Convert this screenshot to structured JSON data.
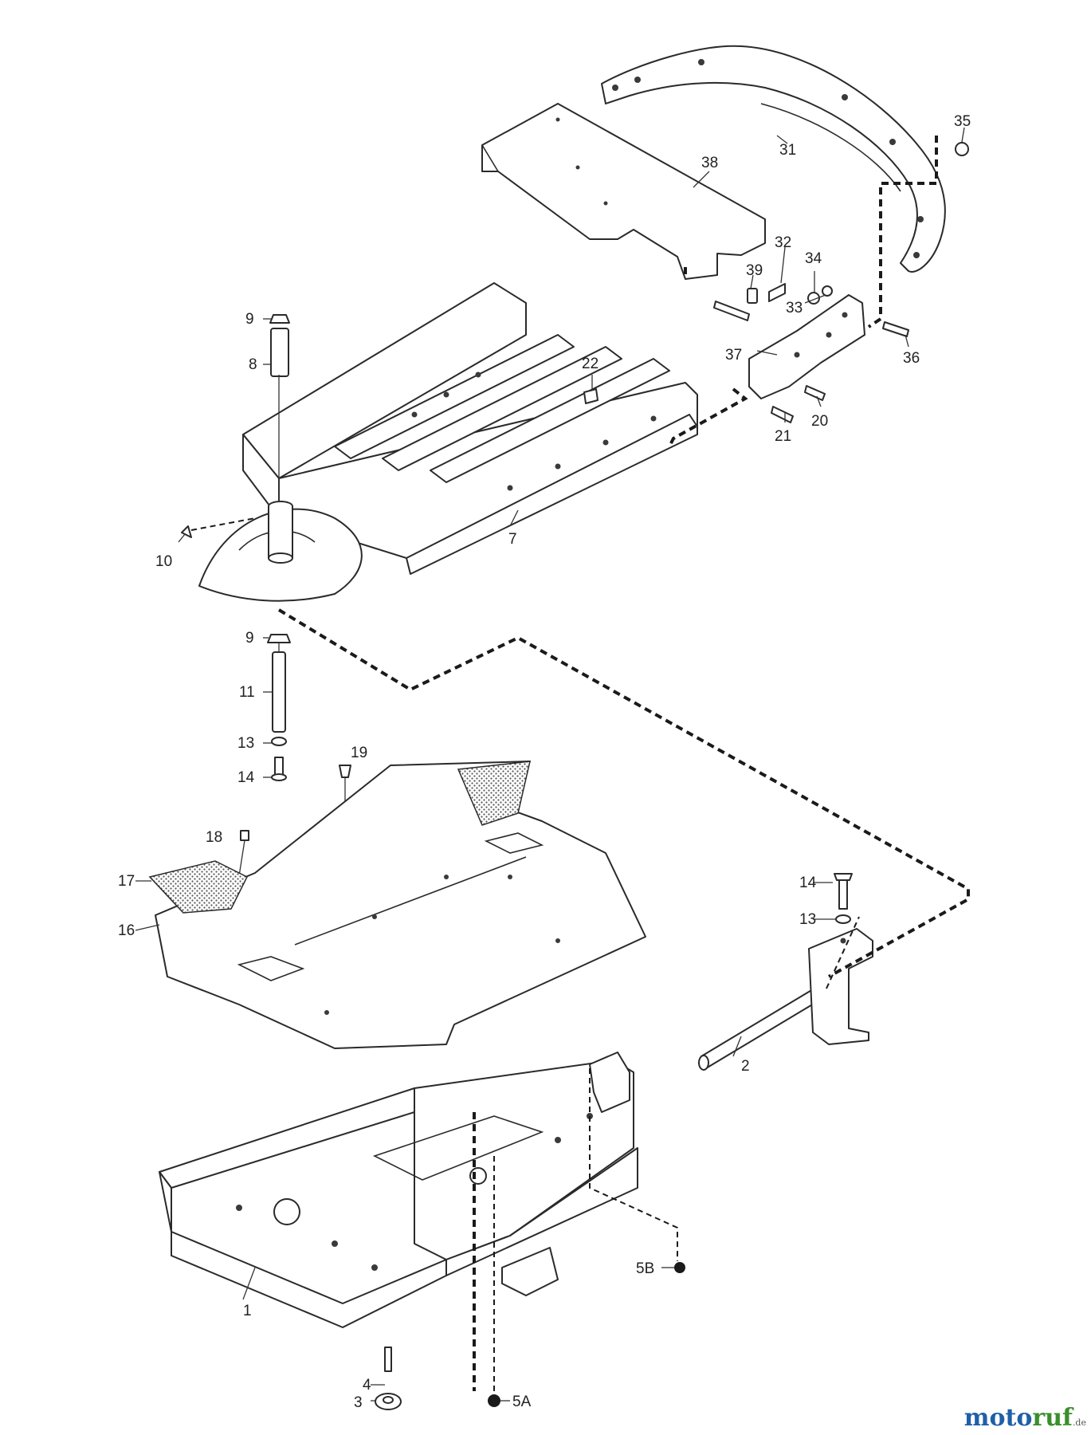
{
  "labels": {
    "p1": "1",
    "p2": "2",
    "p3": "3",
    "p4": "4",
    "p5a": "5A",
    "p5b": "5B",
    "p7": "7",
    "p8": "8",
    "p9a": "9",
    "p9b": "9",
    "p10": "10",
    "p11": "11",
    "p13a": "13",
    "p13b": "13",
    "p14a": "14",
    "p14b": "14",
    "p16": "16",
    "p17": "17",
    "p18": "18",
    "p19": "19",
    "p20": "20",
    "p21": "21",
    "p22": "22",
    "p31": "31",
    "p32": "32",
    "p33": "33",
    "p34": "34",
    "p35": "35",
    "p36": "36",
    "p37": "37",
    "p38": "38",
    "p39": "39"
  },
  "watermark": {
    "part1": "moto",
    "part2": "ruf",
    "suffix": ".de"
  }
}
